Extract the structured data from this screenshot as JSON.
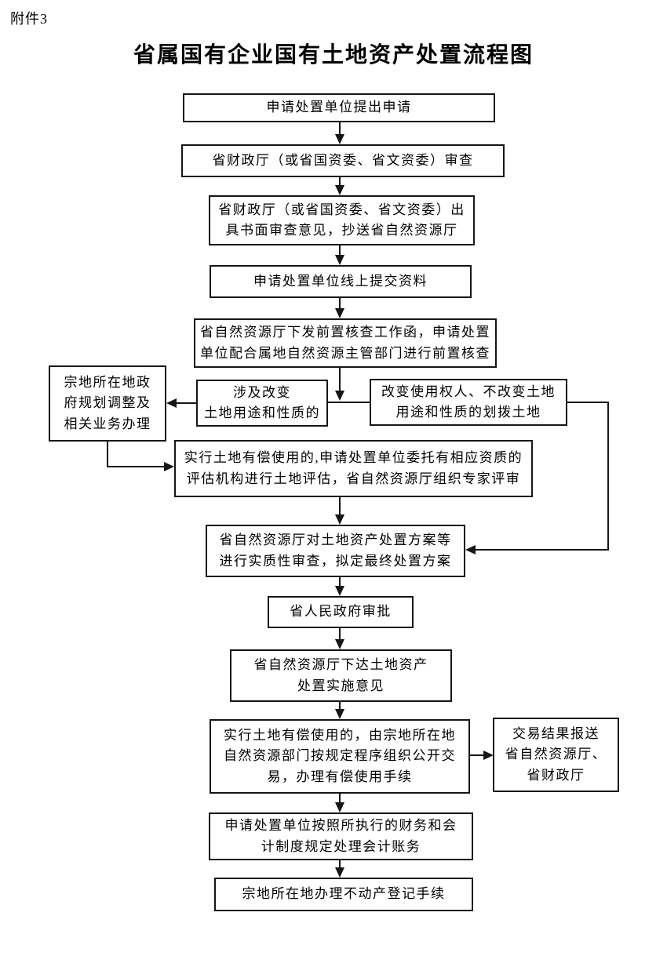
{
  "page": {
    "attachment_label": "附件3",
    "title": "省属国有企业国有土地资产处置流程图",
    "line_color": "#161616",
    "background_color": "#ffffff"
  },
  "nodes": {
    "apply": "申请处置单位提出申请",
    "finance_review": "省财政厅（或省国资委、省文资委）审查",
    "written_opinion": [
      "省财政厅（或省国资委、省文资委）出",
      "具书面审查意见，抄送省自然资源厅"
    ],
    "online_submit": "申请处置单位线上提交资料",
    "precheck": [
      "省自然资源厅下发前置核查工作函，申请处置",
      "单位配合属地自然资源主管部门进行前置核查"
    ],
    "planning_adjust": [
      "宗地所在地政",
      "府规划调整及",
      "相关业务办理"
    ],
    "change_use": [
      "涉及改变",
      "土地用途和性质的"
    ],
    "change_owner": [
      "改变使用权人、不改变土地",
      "用途和性质的划拨土地"
    ],
    "evaluation": [
      "实行土地有偿使用的,申请处置单位委托有相应资质的",
      "评估机构进行土地评估，省自然资源厅组织专家评审"
    ],
    "substantive_review": [
      "省自然资源厅对土地资产处置方案等",
      "进行实质性审查，拟定最终处置方案"
    ],
    "gov_approval": "省人民政府审批",
    "implementation": [
      "省自然资源厅下达土地资产",
      "处置实施意见"
    ],
    "public_trade": [
      "实行土地有偿使用的，由宗地所在地",
      "自然资源部门按规定程序组织公开交",
      "易，办理有偿使用手续"
    ],
    "trade_report": [
      "交易结果报送",
      "省自然资源厅、",
      "省财政厅"
    ],
    "accounting": [
      "申请处置单位按照所执行的财务和会",
      "计制度规定处理会计账务"
    ],
    "registration": "宗地所在地办理不动产登记手续"
  }
}
